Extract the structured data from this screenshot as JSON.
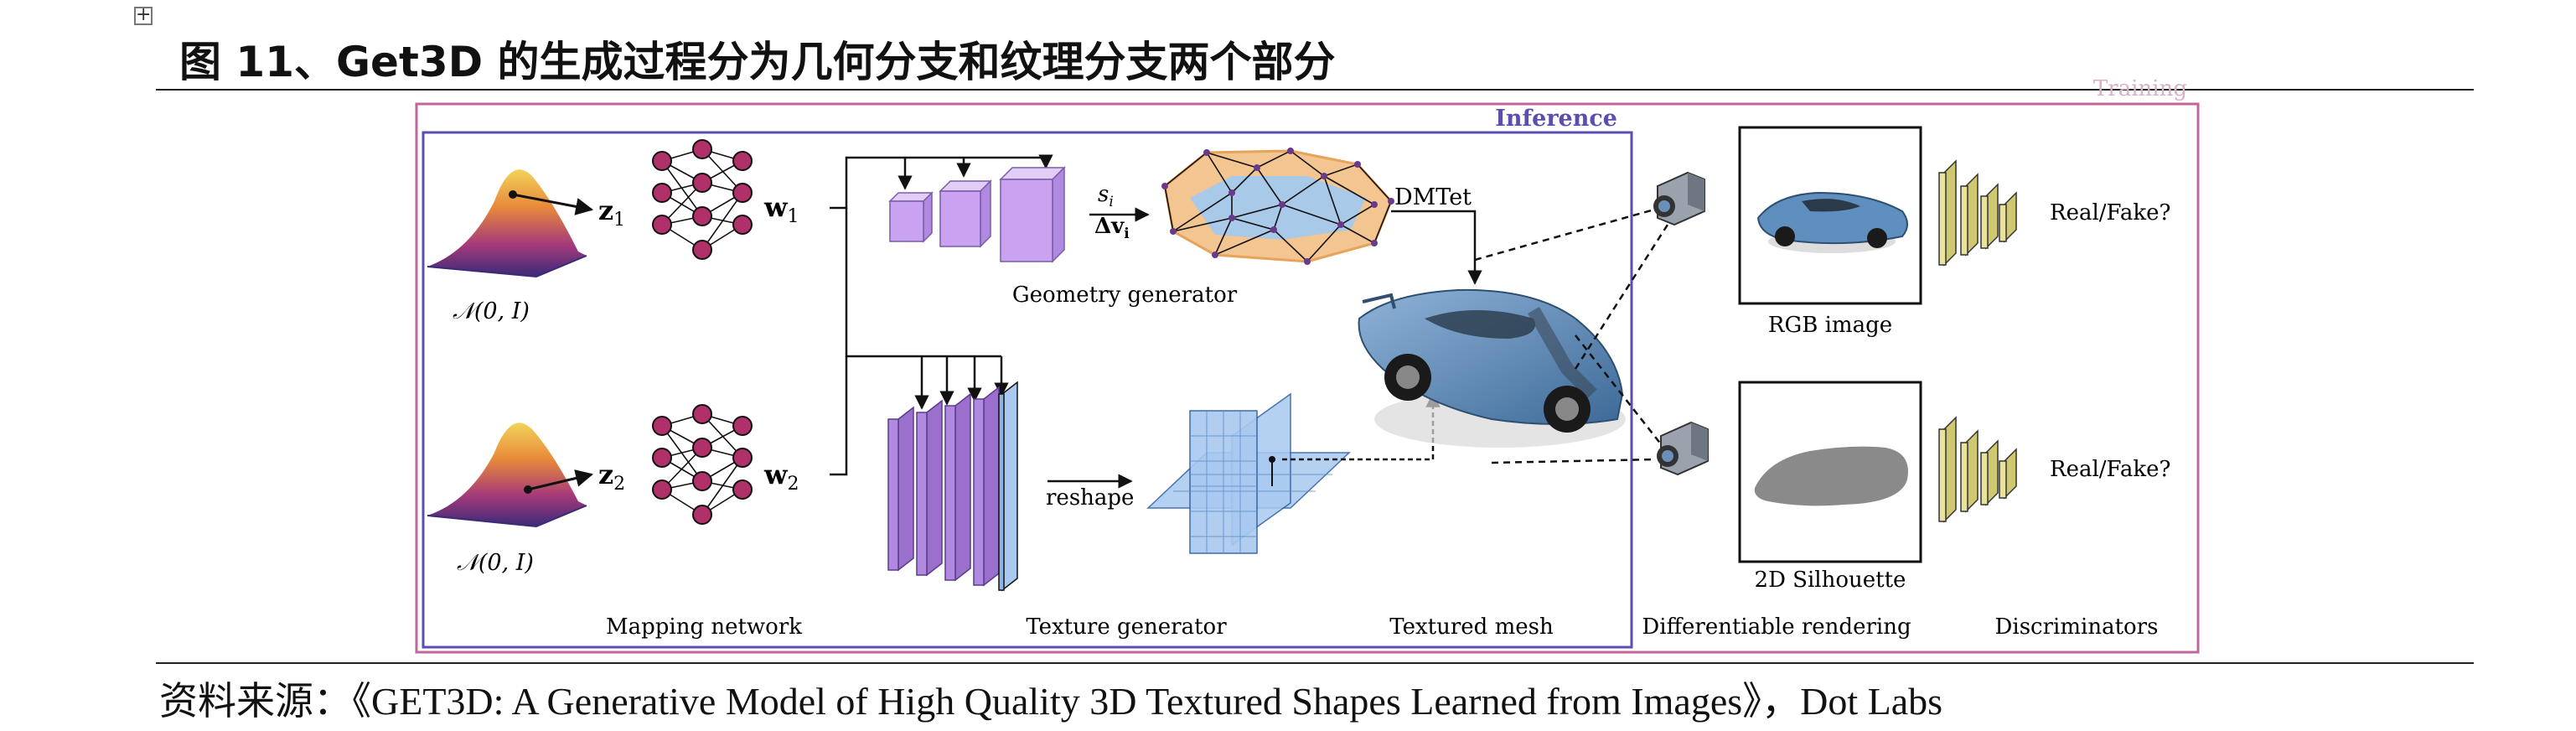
{
  "header": {
    "expander_icon": "expand-box-icon",
    "title": "图 11、Get3D 的生成过程分为几何分支和纹理分支两个部分"
  },
  "diagram": {
    "inference_label": "Inference",
    "training_label": "Training",
    "dist_label_top": "𝒩(0, I)",
    "dist_label_bottom": "𝒩(0, I)",
    "z1": "z",
    "z1_sub": "1",
    "z2": "z",
    "z2_sub": "2",
    "w1": "w",
    "w1_sub": "1",
    "w2": "w",
    "w2_sub": "2",
    "si": "s",
    "si_sub": "i",
    "dvi": "Δv",
    "dvi_sub": "i",
    "dmtet": "DMTet",
    "reshape": "reshape",
    "geometry_generator": "Geometry generator",
    "rgb_image": "RGB image",
    "silhouette_2d": "2D Silhouette",
    "real_fake_top": "Real/Fake?",
    "real_fake_bottom": "Real/Fake?",
    "mapping_network": "Mapping network",
    "texture_generator": "Texture generator",
    "textured_mesh": "Textured mesh",
    "differentiable_rendering": "Differentiable rendering",
    "discriminators": "Discriminators",
    "colors": {
      "inference_box": "#5a4fb0",
      "training_box": "#c0669a",
      "node": "#b0306a",
      "cube": "#c9a3f0",
      "plane": "#a9c9f0",
      "car": "#5f8fbf",
      "disc": "#e8e29a"
    }
  },
  "footer": {
    "source": "资料来源：《GET3D: A Generative Model of High Quality 3D Textured Shapes Learned from Images》，Dot Labs"
  }
}
